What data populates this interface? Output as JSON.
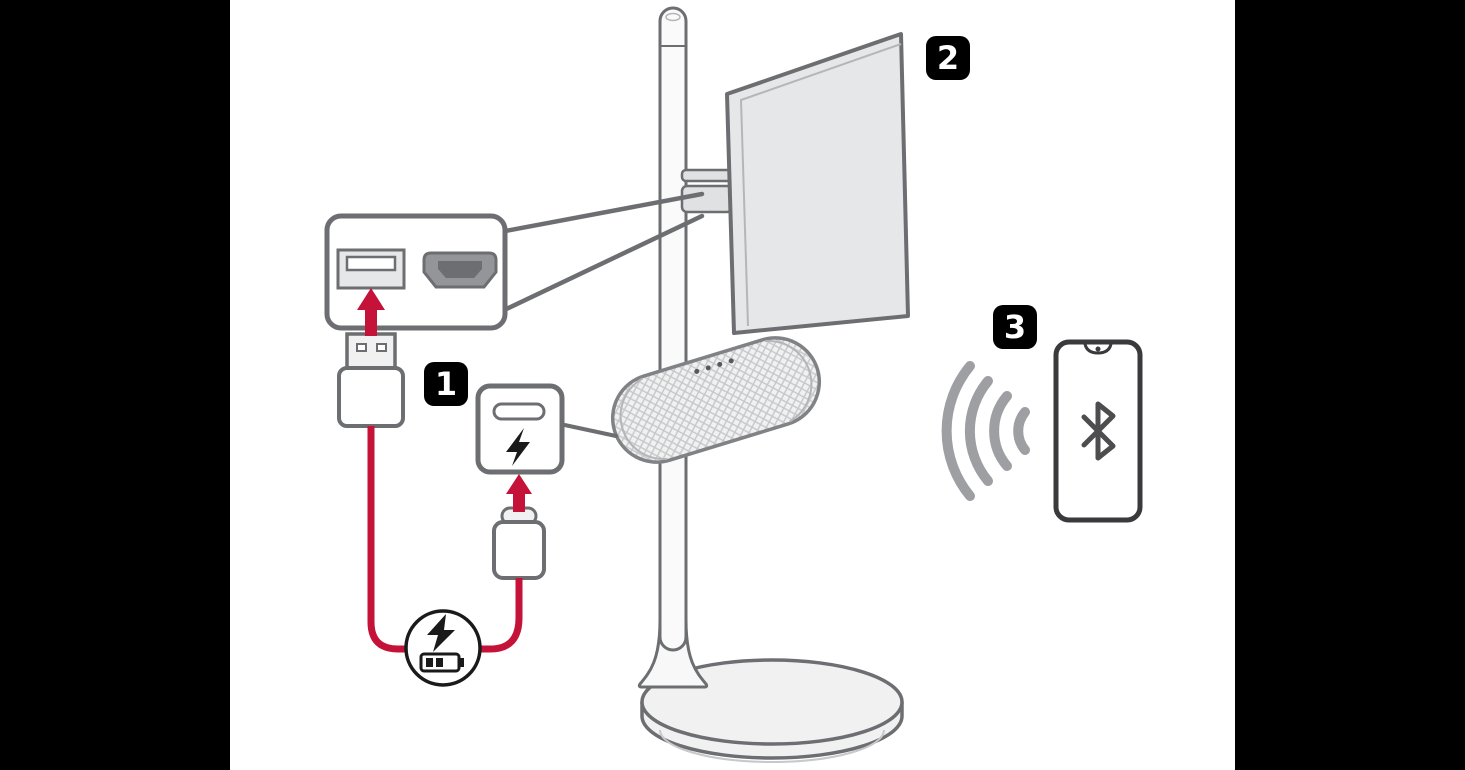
{
  "diagram": {
    "description": "Monitor stand connection diagram",
    "steps": [
      {
        "number": "1"
      },
      {
        "number": "2"
      },
      {
        "number": "3"
      }
    ],
    "colors": {
      "outline_gray": "#6d6e71",
      "fill_light_gray": "#e6e7e8",
      "cable_red": "#c41239",
      "wave_gray": "#9d9fa2",
      "badge_black": "#000000",
      "badge_text_white": "#ffffff",
      "side_bars_black": "#000000",
      "background_white": "#ffffff"
    },
    "icons": {
      "usb_a_port": "usb-a-port-icon",
      "hdmi_port": "hdmi-port-icon",
      "usb_c_port": "usb-c-port-icon",
      "charging_bolt": "charging-bolt-icon",
      "charging_battery": "battery-charging-icon",
      "bluetooth": "bluetooth-icon",
      "wireless_waves": "wireless-waves-icon"
    }
  }
}
